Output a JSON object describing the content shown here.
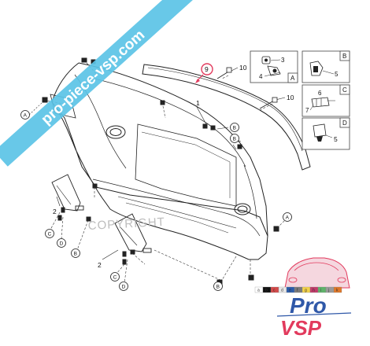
{
  "banner": {
    "text": "pro-piece-vsp.com",
    "color": "#5bc3e6"
  },
  "watermark": {
    "text": "COPYRIGHT"
  },
  "part_labels": {
    "p1": "1",
    "p2a": "2",
    "p2b": "2",
    "p3": "3",
    "p4": "4",
    "p5a": "5",
    "p5b": "5",
    "p6": "6",
    "p7": "7",
    "p9": "9",
    "p10a": "10",
    "p10b": "10"
  },
  "callouts": {
    "a_left": "A",
    "a_right": "A",
    "b_top": "B",
    "b_under": "B",
    "b_lower": "B",
    "b_bottom": "B",
    "c_left": "C",
    "c_mid": "C",
    "d_left": "D",
    "d_mid": "D"
  },
  "detail_boxes": {
    "a": "A",
    "b": "B",
    "c": "C",
    "d": "D"
  },
  "logo": {
    "line1": "Pro",
    "line2": "VSP",
    "primary_color": "#2f58a8",
    "accent_color": "#e23a5d",
    "swatch_letters": [
      "a",
      "b",
      "c",
      "d",
      "e",
      "f",
      "g",
      "h",
      "i",
      "j",
      "k"
    ]
  }
}
